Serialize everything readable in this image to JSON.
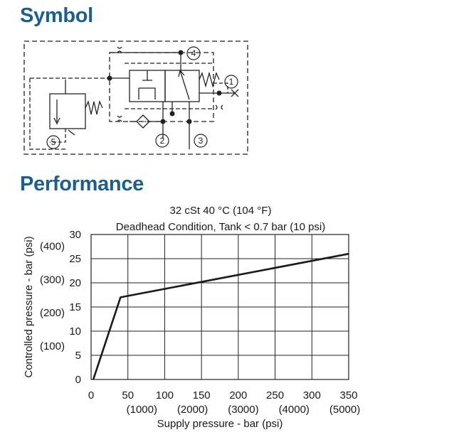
{
  "headings": {
    "symbol": "Symbol",
    "performance": "Performance"
  },
  "symbol": {
    "port_labels": [
      "1",
      "2",
      "3",
      "4",
      "5"
    ]
  },
  "chart_data": {
    "type": "line",
    "title": "32 cSt 40 °C (104 °F)",
    "subtitle": "Deadhead Condition, Tank < 0.7 bar (10 psi)",
    "xlabel": "Supply pressure - bar (psi)",
    "ylabel": "Controlled pressure - bar (psi)",
    "xlim": [
      0,
      350
    ],
    "ylim": [
      0,
      30
    ],
    "grid": true,
    "x_ticks": [
      "0",
      "50",
      "100",
      "150",
      "200",
      "250",
      "300",
      "350"
    ],
    "x_ticks_secondary": [
      "(1000)",
      "(2000)",
      "(3000)",
      "(4000)",
      "(5000)"
    ],
    "y_ticks": [
      "0",
      "5",
      "10",
      "15",
      "20",
      "25",
      "30"
    ],
    "y_ticks_secondary": [
      "(100)",
      "(200)",
      "(300)",
      "(400)"
    ],
    "series": [
      {
        "x": [
          3,
          40,
          350
        ],
        "y": [
          0,
          17,
          26
        ]
      }
    ]
  }
}
